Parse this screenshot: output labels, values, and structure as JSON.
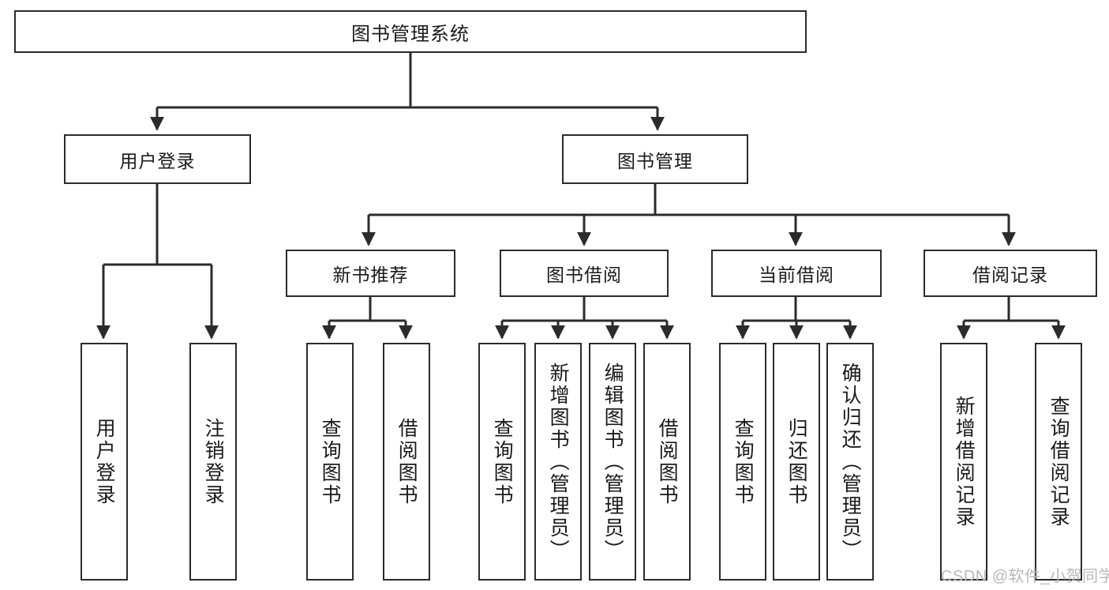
{
  "diagram": {
    "title": "图书管理系统",
    "type": "tree-hierarchy-diagram",
    "watermark": "CSDN @软件_小贺同学",
    "colors": {
      "stroke": "#2b2b2b",
      "fill": "#ffffff",
      "text": "#1a1a1a",
      "watermark": "#b9b9b9"
    },
    "levels": {
      "level1": [
        {
          "id": "root",
          "label": "图书管理系统"
        }
      ],
      "level2": [
        {
          "id": "user-login",
          "label": "用户登录"
        },
        {
          "id": "book-management",
          "label": "图书管理"
        }
      ],
      "level3": [
        {
          "id": "new-book-recommend",
          "label": "新书推荐"
        },
        {
          "id": "book-borrow",
          "label": "图书借阅"
        },
        {
          "id": "current-borrow",
          "label": "当前借阅"
        },
        {
          "id": "borrow-record",
          "label": "借阅记录"
        }
      ],
      "leaves": {
        "user-login": [
          {
            "id": "leaf-user-login",
            "label": "用户登录"
          },
          {
            "id": "leaf-user-logout",
            "label": "注销登录"
          }
        ],
        "new-book-recommend": [
          {
            "id": "leaf-query-book-1",
            "label": "查询图书"
          },
          {
            "id": "leaf-borrow-book-1",
            "label": "借阅图书"
          }
        ],
        "book-borrow": [
          {
            "id": "leaf-query-book-2",
            "label": "查询图书"
          },
          {
            "id": "leaf-add-book",
            "label": "新增图书（管理员）"
          },
          {
            "id": "leaf-edit-book",
            "label": "编辑图书（管理员）"
          },
          {
            "id": "leaf-borrow-book-2",
            "label": "借阅图书"
          }
        ],
        "current-borrow": [
          {
            "id": "leaf-query-book-3",
            "label": "查询图书"
          },
          {
            "id": "leaf-return-book",
            "label": "归还图书"
          },
          {
            "id": "leaf-confirm-return",
            "label": "确认归还（管理员）"
          }
        ],
        "borrow-record": [
          {
            "id": "leaf-add-record",
            "label": "新增借阅记录"
          },
          {
            "id": "leaf-query-record",
            "label": "查询借阅记录"
          }
        ]
      }
    }
  }
}
